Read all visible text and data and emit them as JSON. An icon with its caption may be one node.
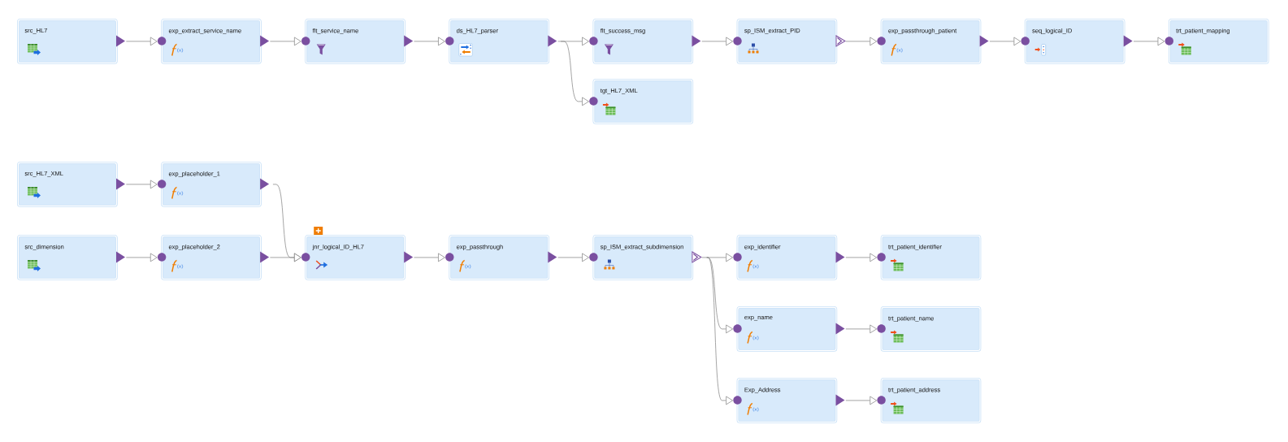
{
  "diagram": {
    "nodes": [
      {
        "text": [
          "src_HL7"
        ]
      },
      {
        "text": [
          "exp_extract_service_name"
        ]
      },
      {
        "text": [
          "flt_service_name"
        ]
      },
      {
        "text": [
          "ds_HL7_parser"
        ]
      },
      {
        "text": [
          "flt_success_msg"
        ]
      },
      {
        "text": [
          "sp_ISM_extract_PID"
        ]
      },
      {
        "text": [
          "exp_passthrough_patient"
        ]
      },
      {
        "text": [
          "seq_logical_ID"
        ]
      },
      {
        "text": [
          "trt_patient_mapping"
        ]
      },
      {
        "text": [
          "tgt_HL7_XML"
        ]
      },
      {
        "text": [
          "src_HL7_XML"
        ]
      },
      {
        "text": [
          "exp_placeholder_1"
        ]
      },
      {
        "text": [
          "src_dimension"
        ]
      },
      {
        "text": [
          "exp_placeholder_2"
        ]
      },
      {
        "text": [
          "jnr_logical_ID_HL7"
        ]
      },
      {
        "text": [
          "exp_passthrough"
        ]
      },
      {
        "text": [
          "sp_ISM_extract_subdimension"
        ]
      },
      {
        "text": [
          "exp_identifier"
        ]
      },
      {
        "text": [
          "trt_patient_identifier"
        ]
      },
      {
        "text": [
          "exp_name"
        ]
      },
      {
        "text": [
          "trt_patient_name"
        ]
      },
      {
        "text": [
          "Exp_Address"
        ]
      },
      {
        "text": [
          "trt_patient_address"
        ]
      }
    ],
    "edges": [
      {
        "from": 0,
        "to": 1,
        "arrow": "to"
      },
      {
        "from": 1,
        "to": 2,
        "arrow": "to"
      },
      {
        "from": 2,
        "to": 3,
        "arrow": "to"
      },
      {
        "from": 3,
        "to": 4,
        "arrow": "to"
      },
      {
        "from": 3,
        "to": 9,
        "arrow": "to"
      },
      {
        "from": 4,
        "to": 5,
        "arrow": "to"
      },
      {
        "from": 5,
        "to": 6,
        "arrow": "to"
      },
      {
        "from": 6,
        "to": 7,
        "arrow": "to"
      },
      {
        "from": 7,
        "to": 8,
        "arrow": "to"
      },
      {
        "from": 10,
        "to": 11,
        "arrow": "to"
      },
      {
        "from": 11,
        "to": 14,
        "arrow": "to"
      },
      {
        "from": 12,
        "to": 13,
        "arrow": "to"
      },
      {
        "from": 13,
        "to": 14,
        "arrow": "to"
      },
      {
        "from": 14,
        "to": 15,
        "arrow": "to"
      },
      {
        "from": 15,
        "to": 16,
        "arrow": "to"
      },
      {
        "from": 16,
        "to": 17,
        "arrow": "to"
      },
      {
        "from": 16,
        "to": 19,
        "arrow": "to"
      },
      {
        "from": 16,
        "to": 21,
        "arrow": "to"
      },
      {
        "from": 17,
        "to": 18,
        "arrow": "to"
      },
      {
        "from": 19,
        "to": 20,
        "arrow": "to"
      },
      {
        "from": 21,
        "to": 22,
        "arrow": "to"
      }
    ]
  }
}
